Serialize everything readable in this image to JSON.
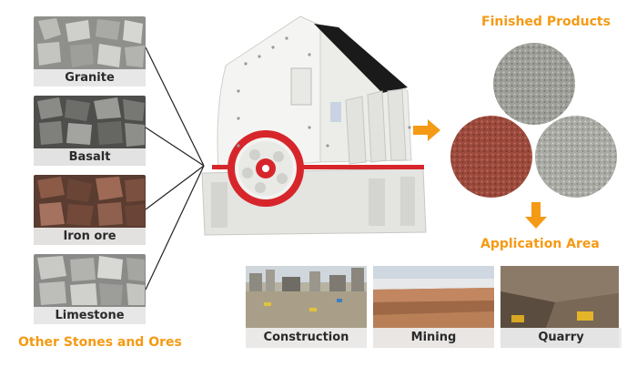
{
  "inputs": {
    "items": [
      {
        "label": "Granite"
      },
      {
        "label": "Basalt"
      },
      {
        "label": "Iron ore"
      },
      {
        "label": "Limestone"
      }
    ],
    "footer": "Other Stones and Ores"
  },
  "outputs": {
    "title": "Finished Products",
    "application_title": "Application Area"
  },
  "applications": [
    {
      "label": "Construction"
    },
    {
      "label": "Mining"
    },
    {
      "label": "Quarry"
    }
  ],
  "colors": {
    "accent": "#f59a14",
    "machine_body": "#f2f2f0",
    "flywheel": "#d7262b",
    "hopper": "#1a1a1a"
  }
}
